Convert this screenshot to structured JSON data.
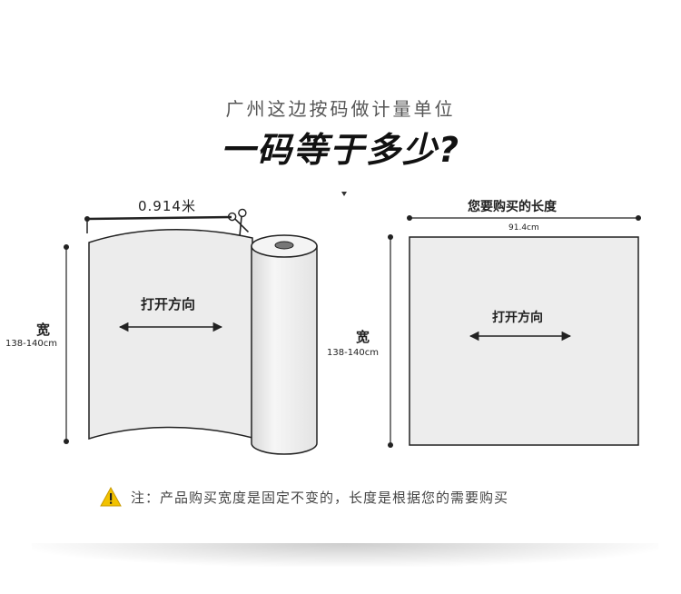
{
  "header": {
    "subtitle": "广州这边按码做计量单位",
    "title": "一码等于多少?"
  },
  "left_diagram": {
    "length_label": "0.914米",
    "direction_label": "打开方向",
    "width_label": "宽",
    "width_range": "138-140cm",
    "icons": [
      "scissors-icon"
    ]
  },
  "right_diagram": {
    "title": "您要购买的长度",
    "length_value": "91.4cm",
    "direction_label": "打开方向",
    "width_label": "宽",
    "width_range": "138-140cm"
  },
  "footer": {
    "note": "注：产品购买宽度是固定不变的，长度是根据您的需要购买",
    "icons": [
      "warning-icon"
    ],
    "colors": {
      "warning": "#f2c200",
      "fabric": "#ededed"
    }
  }
}
